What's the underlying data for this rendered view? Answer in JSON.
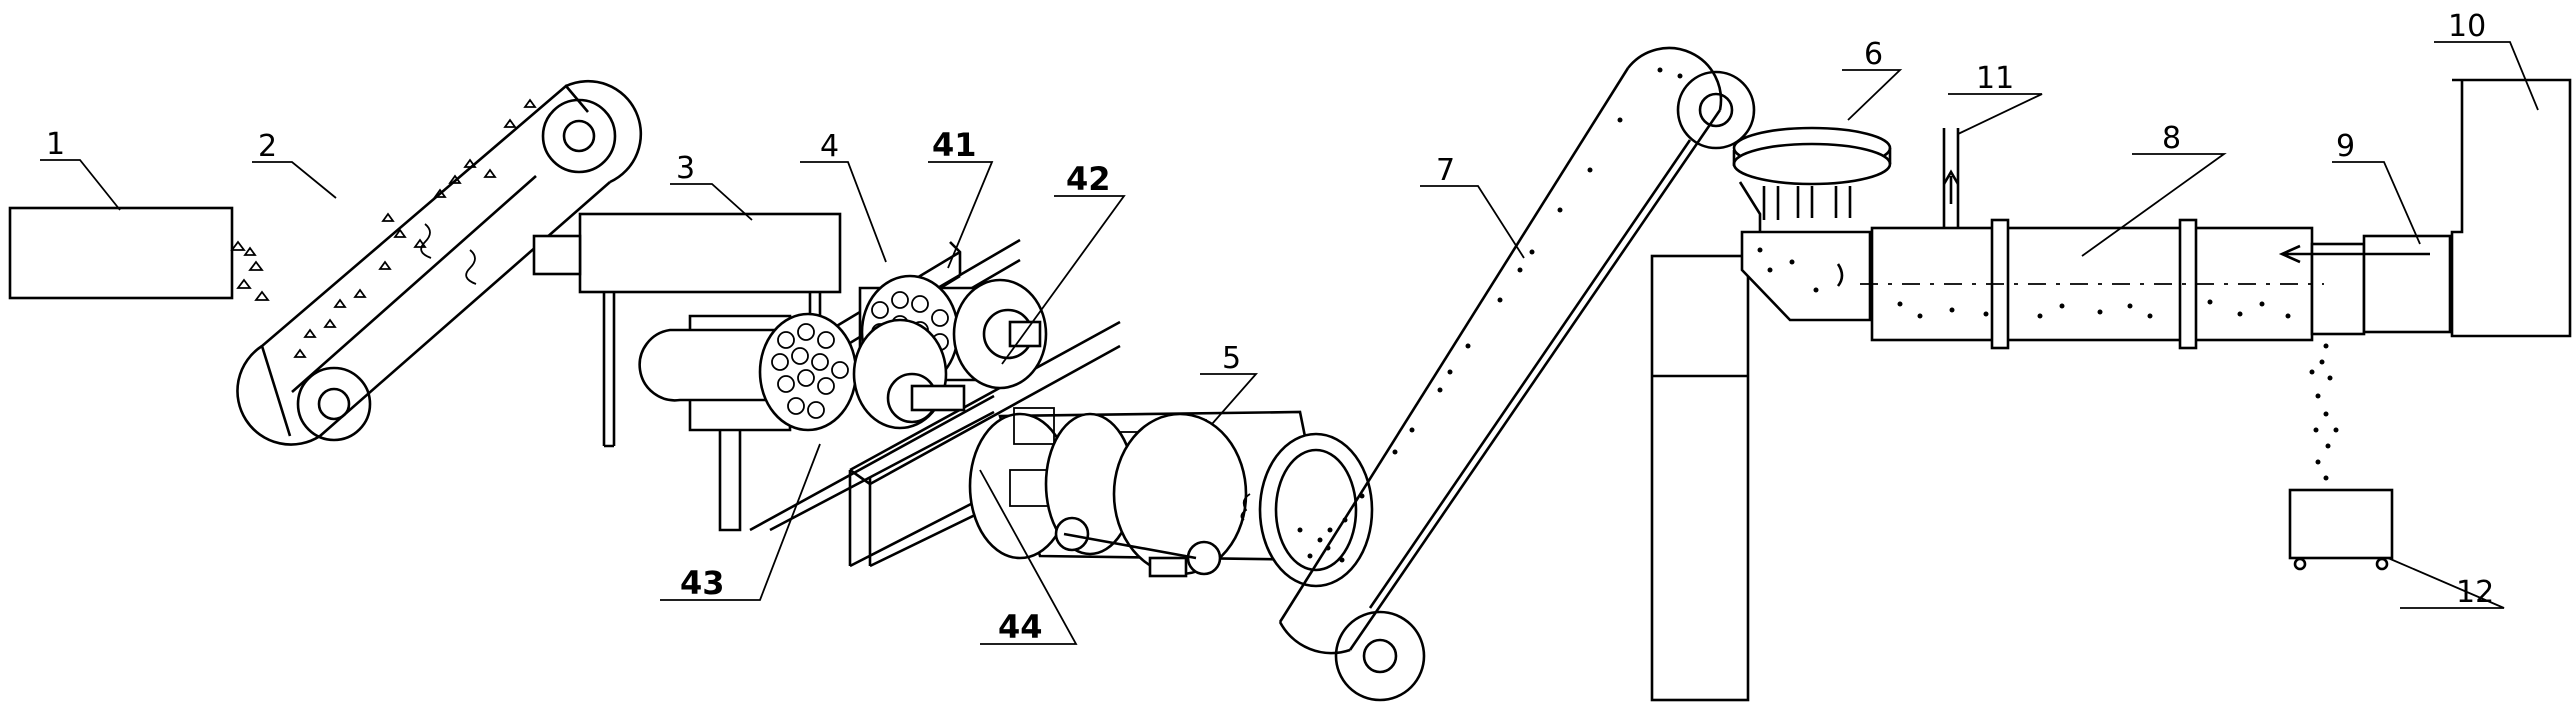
{
  "labels": {
    "feed_bin": "1",
    "inclined_conveyor": "2",
    "crusher": "3",
    "roller_screen": "4",
    "roller_41": "41",
    "roller_42": "42",
    "roller_43": "43",
    "frame_44": "44",
    "drum_screen": "5",
    "distributor": "6",
    "bucket_elevator": "7",
    "rotary_kiln": "8",
    "hot_air_duct": "9",
    "burner": "10",
    "exhaust_pipe": "11",
    "collection_box": "12"
  }
}
